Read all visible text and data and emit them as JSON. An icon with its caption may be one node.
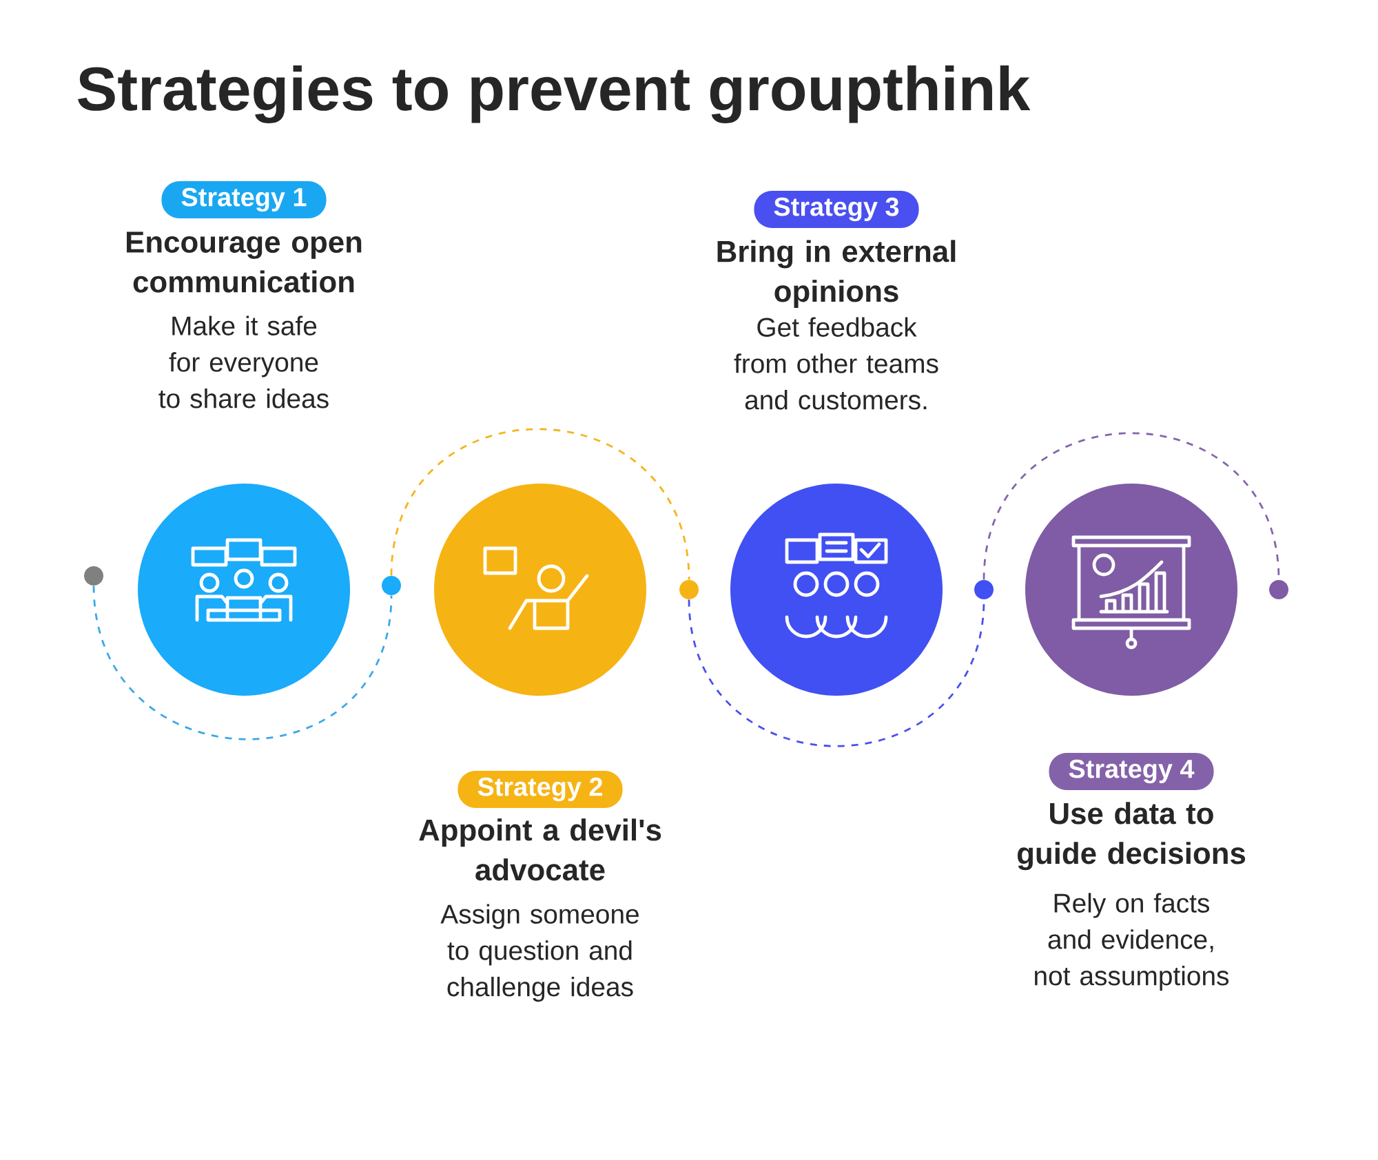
{
  "diagram": {
    "title": "Strategies to prevent groupthink",
    "nodes": [
      {
        "text": [],
        "shape": "circle"
      },
      {
        "text": [],
        "shape": "circle"
      },
      {
        "text": [],
        "shape": "circle"
      },
      {
        "text": [],
        "shape": "circle"
      },
      {
        "text": [],
        "shape": "circle"
      },
      {
        "text": [],
        "shape": "circle"
      },
      {
        "text": [],
        "shape": "circle"
      },
      {
        "text": [],
        "shape": "circle"
      },
      {
        "text": [],
        "shape": "circle"
      },
      {
        "text": [
          "Strategy 1"
        ]
      },
      {
        "text": [
          "Strategy 2"
        ]
      },
      {
        "text": [
          "Strategy 3"
        ]
      },
      {
        "text": [
          "Strategy 4"
        ]
      }
    ],
    "edges": [
      {
        "from": 0,
        "to": 2,
        "arrow": "none",
        "style": "dashed",
        "color": "#3aa8e8"
      },
      {
        "from": 2,
        "to": 4,
        "arrow": "none",
        "style": "dashed",
        "color": "#f5b41e"
      },
      {
        "from": 4,
        "to": 6,
        "arrow": "none",
        "style": "dashed",
        "color": "#4a50ee"
      },
      {
        "from": 6,
        "to": 8,
        "arrow": "none",
        "style": "dashed",
        "color": "#8466ab"
      }
    ],
    "labels": [
      "Encourage open communication",
      "Make it safe for everyone to share ideas",
      "Appoint a devil's advocate",
      "Assign someone to question and challenge ideas",
      "Bring in external opinions",
      "Get feedback from other teams and customers.",
      "Use data to guide decisions",
      "Rely on facts and evidence, not assumptions"
    ]
  }
}
